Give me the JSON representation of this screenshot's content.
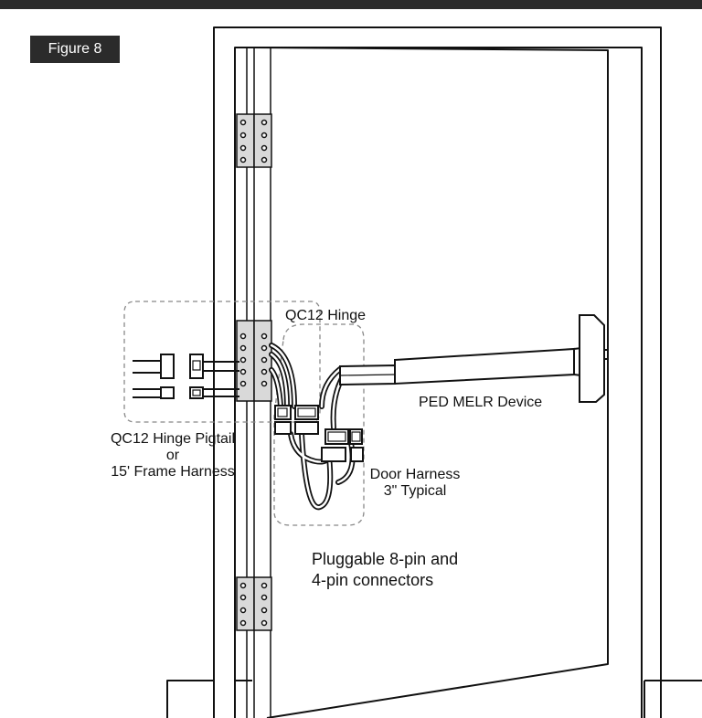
{
  "figure_label": "Figure 8",
  "labels": {
    "hinge": "QC12 Hinge",
    "device": "PED MELR Device",
    "pigtail_line1": "QC12 Hinge Pigtail",
    "pigtail_line2": "or",
    "pigtail_line3": "15' Frame Harness",
    "harness_line1": "Door Harness",
    "harness_line2": "3\" Typical",
    "connectors_line1": "Pluggable 8-pin and",
    "connectors_line2": "4-pin connectors"
  },
  "colors": {
    "ink": "#111111",
    "banner": "#2b2b2b",
    "hinge_fill": "#d9d9d9",
    "dashed": "#888888"
  }
}
